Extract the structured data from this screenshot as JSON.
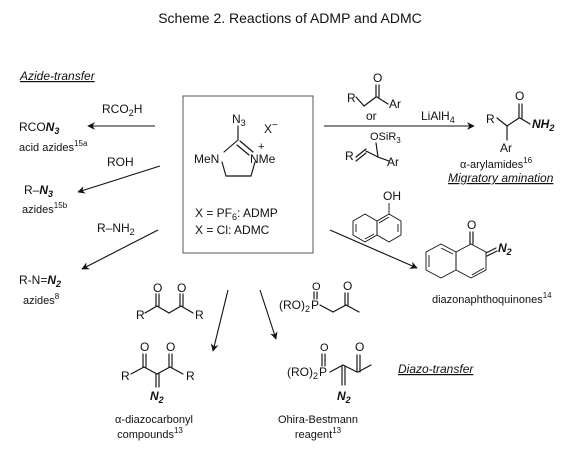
{
  "title": "Scheme 2. Reactions of ADMP and ADMC",
  "sections": {
    "azide_transfer": "Azide-transfer",
    "migratory_amination": "Migratory amination",
    "diazo_transfer": "Diazo-transfer"
  },
  "center": {
    "atoms": {
      "n3": "N",
      "n3_sub": "3",
      "me_left": "MeN",
      "me_right": "NMe",
      "plus": "+",
      "anion": "X",
      "anion_charge": "−"
    },
    "x_pf6": {
      "prefix": "X = PF",
      "sub": "6",
      "suffix": ": ADMP"
    },
    "x_cl": "X = Cl: ADMC"
  },
  "acid_azide": {
    "reagent_main": "RCO",
    "reagent_sub": "2",
    "reagent_end": "H",
    "product_main": "RCO",
    "product_bold": "N",
    "product_sub": "3",
    "label": "acid azides",
    "ref": "15a"
  },
  "alkyl_azide": {
    "reagent": "ROH",
    "product_main": "R–",
    "product_bold": "N",
    "product_sub": "3",
    "label": "azides",
    "ref": "15b"
  },
  "amine_azide": {
    "reagent_main": "R–NH",
    "reagent_sub": "2",
    "product_main": "R-N=",
    "product_bold": "N",
    "product_sub": "2",
    "label": "azides",
    "ref": "8"
  },
  "arylamide": {
    "or": "or",
    "silyl": {
      "main": "OSiR",
      "sub": "3"
    },
    "r1": "R",
    "r2": "R",
    "ar1": "Ar",
    "ar2": "Ar",
    "reagent_main": "LiAlH",
    "reagent_sub": "4",
    "product_r": "R",
    "product_ar": "Ar",
    "product_o": "O",
    "product_nh": "NH",
    "product_nh_sub": "2",
    "label": "α-arylamides",
    "ref": "16"
  },
  "naphthoquinone": {
    "oh": "OH",
    "o": "O",
    "n2": "N",
    "n2_sub": "2",
    "label": "diazonaphthoquinones",
    "ref": "14"
  },
  "diazocarbonyl": {
    "r1": "R",
    "r2": "R",
    "o": "O",
    "product_r1": "R",
    "product_r2": "R",
    "product_n": "N",
    "product_n_sub": "2",
    "label_line1": "α-diazocarbonyl",
    "label_line2": "compounds",
    "ref": "13"
  },
  "ohira": {
    "ro": "(RO)",
    "ro_sub": "2",
    "p": "P",
    "o": "O",
    "product_n": "N",
    "product_n_sub": "2",
    "label_line1": "Ohira-Bestmann",
    "label_line2": "reagent",
    "ref": "13"
  }
}
